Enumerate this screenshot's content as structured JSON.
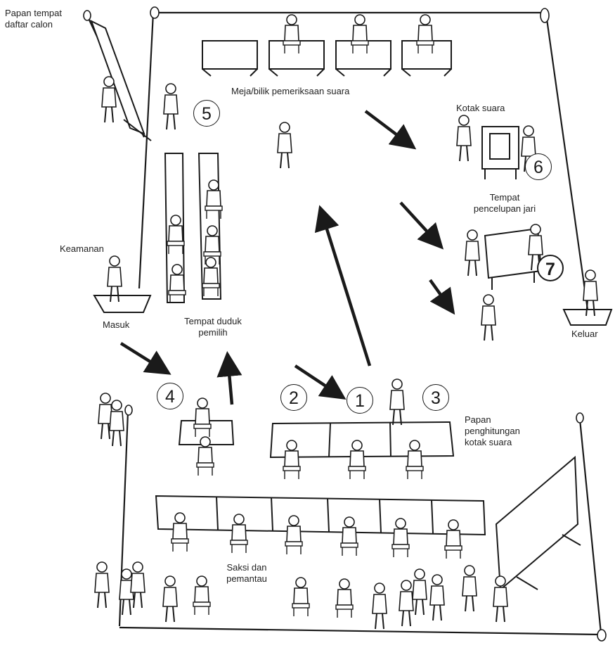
{
  "labels": {
    "candidate_board": [
      "Papan tempat",
      "daftar calon"
    ],
    "booths": "Meja/bilik pemeriksaan suara",
    "ballot_box": "Kotak suara",
    "ink": [
      "Tempat",
      "pencelupan jari"
    ],
    "security": "Keamanan",
    "entry": "Masuk",
    "seating": [
      "Tempat duduk",
      "pemilih"
    ],
    "exit": "Keluar",
    "tally_board": [
      "Papan",
      "penghitungan",
      "kotak suara"
    ],
    "witnesses": [
      "Saksi dan",
      "pemantau"
    ]
  },
  "steps": [
    "1",
    "2",
    "3",
    "4",
    "5",
    "6",
    "7"
  ],
  "colors": {
    "ink": "#1a1a1a",
    "paper": "#ffffff"
  }
}
